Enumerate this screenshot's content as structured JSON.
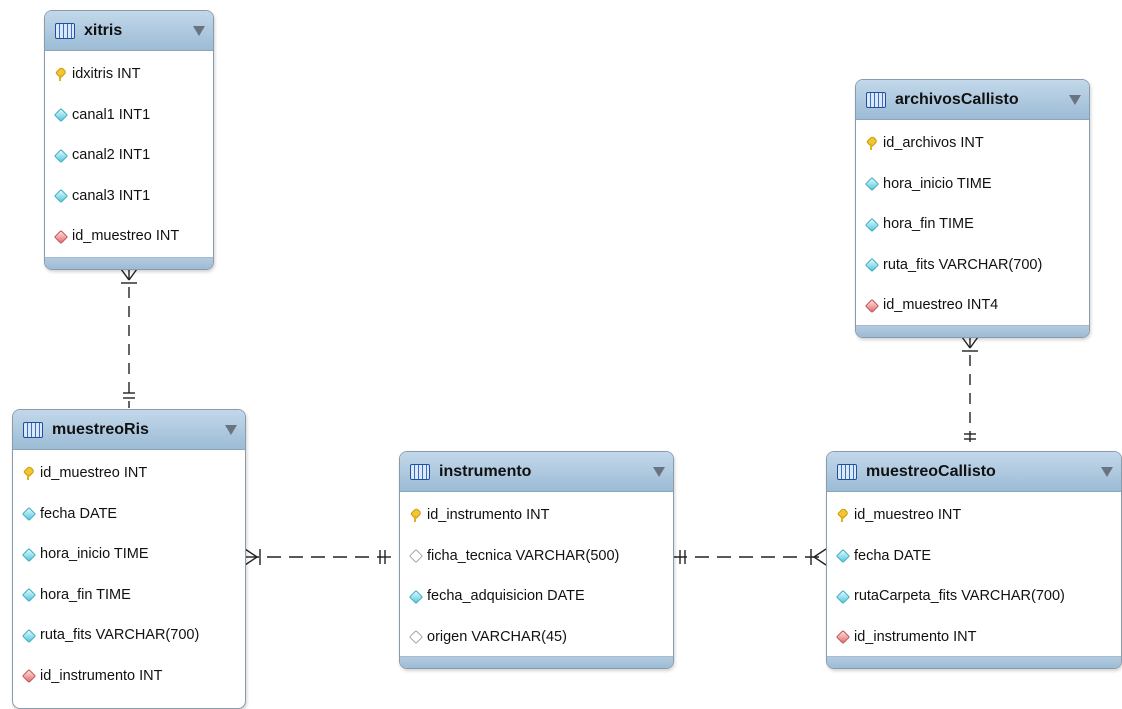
{
  "tables": {
    "xitris": {
      "name": "xitris",
      "columns": [
        {
          "text": "idxitris INT",
          "icon": "primary-key-icon"
        },
        {
          "text": "canal1 INT1",
          "icon": "column-icon"
        },
        {
          "text": "canal2 INT1",
          "icon": "column-icon"
        },
        {
          "text": "canal3 INT1",
          "icon": "column-icon"
        },
        {
          "text": "id_muestreo INT",
          "icon": "foreign-key-icon"
        }
      ]
    },
    "archivosCallisto": {
      "name": "archivosCallisto",
      "columns": [
        {
          "text": "id_archivos INT",
          "icon": "primary-key-icon"
        },
        {
          "text": "hora_inicio TIME",
          "icon": "column-icon"
        },
        {
          "text": "hora_fin TIME",
          "icon": "column-icon"
        },
        {
          "text": "ruta_fits VARCHAR(700)",
          "icon": "column-icon"
        },
        {
          "text": "id_muestreo INT4",
          "icon": "foreign-key-icon"
        }
      ]
    },
    "muestreoRis": {
      "name": "muestreoRis",
      "columns": [
        {
          "text": "id_muestreo INT",
          "icon": "primary-key-icon"
        },
        {
          "text": "fecha DATE",
          "icon": "column-icon"
        },
        {
          "text": "hora_inicio TIME",
          "icon": "column-icon"
        },
        {
          "text": "hora_fin TIME",
          "icon": "column-icon"
        },
        {
          "text": "ruta_fits VARCHAR(700)",
          "icon": "column-icon"
        },
        {
          "text": "id_instrumento INT",
          "icon": "foreign-key-icon"
        }
      ]
    },
    "instrumento": {
      "name": "instrumento",
      "columns": [
        {
          "text": "id_instrumento INT",
          "icon": "primary-key-icon"
        },
        {
          "text": "ficha_tecnica VARCHAR(500)",
          "icon": "nullable-column-icon"
        },
        {
          "text": "fecha_adquisicion DATE",
          "icon": "column-icon"
        },
        {
          "text": "origen VARCHAR(45)",
          "icon": "nullable-column-icon"
        }
      ]
    },
    "muestreoCallisto": {
      "name": "muestreoCallisto",
      "columns": [
        {
          "text": "id_muestreo INT",
          "icon": "primary-key-icon"
        },
        {
          "text": "fecha DATE",
          "icon": "column-icon"
        },
        {
          "text": "rutaCarpeta_fits VARCHAR(700)",
          "icon": "column-icon"
        },
        {
          "text": "id_instrumento INT",
          "icon": "foreign-key-icon"
        }
      ]
    }
  },
  "relationships": [
    {
      "from": "xitris",
      "to": "muestreoRis",
      "type": "many-to-one"
    },
    {
      "from": "archivosCallisto",
      "to": "muestreoCallisto",
      "type": "many-to-one"
    },
    {
      "from": "muestreoRis",
      "to": "instrumento",
      "type": "many-to-one"
    },
    {
      "from": "muestreoCallisto",
      "to": "instrumento",
      "type": "many-to-one"
    }
  ],
  "colors": {
    "header": "#9cbbd5",
    "border": "#8a9bab",
    "primary_key": "#f2c531",
    "column": "#55c7dc",
    "foreign_key": "#e07070",
    "connector": "#222222"
  }
}
